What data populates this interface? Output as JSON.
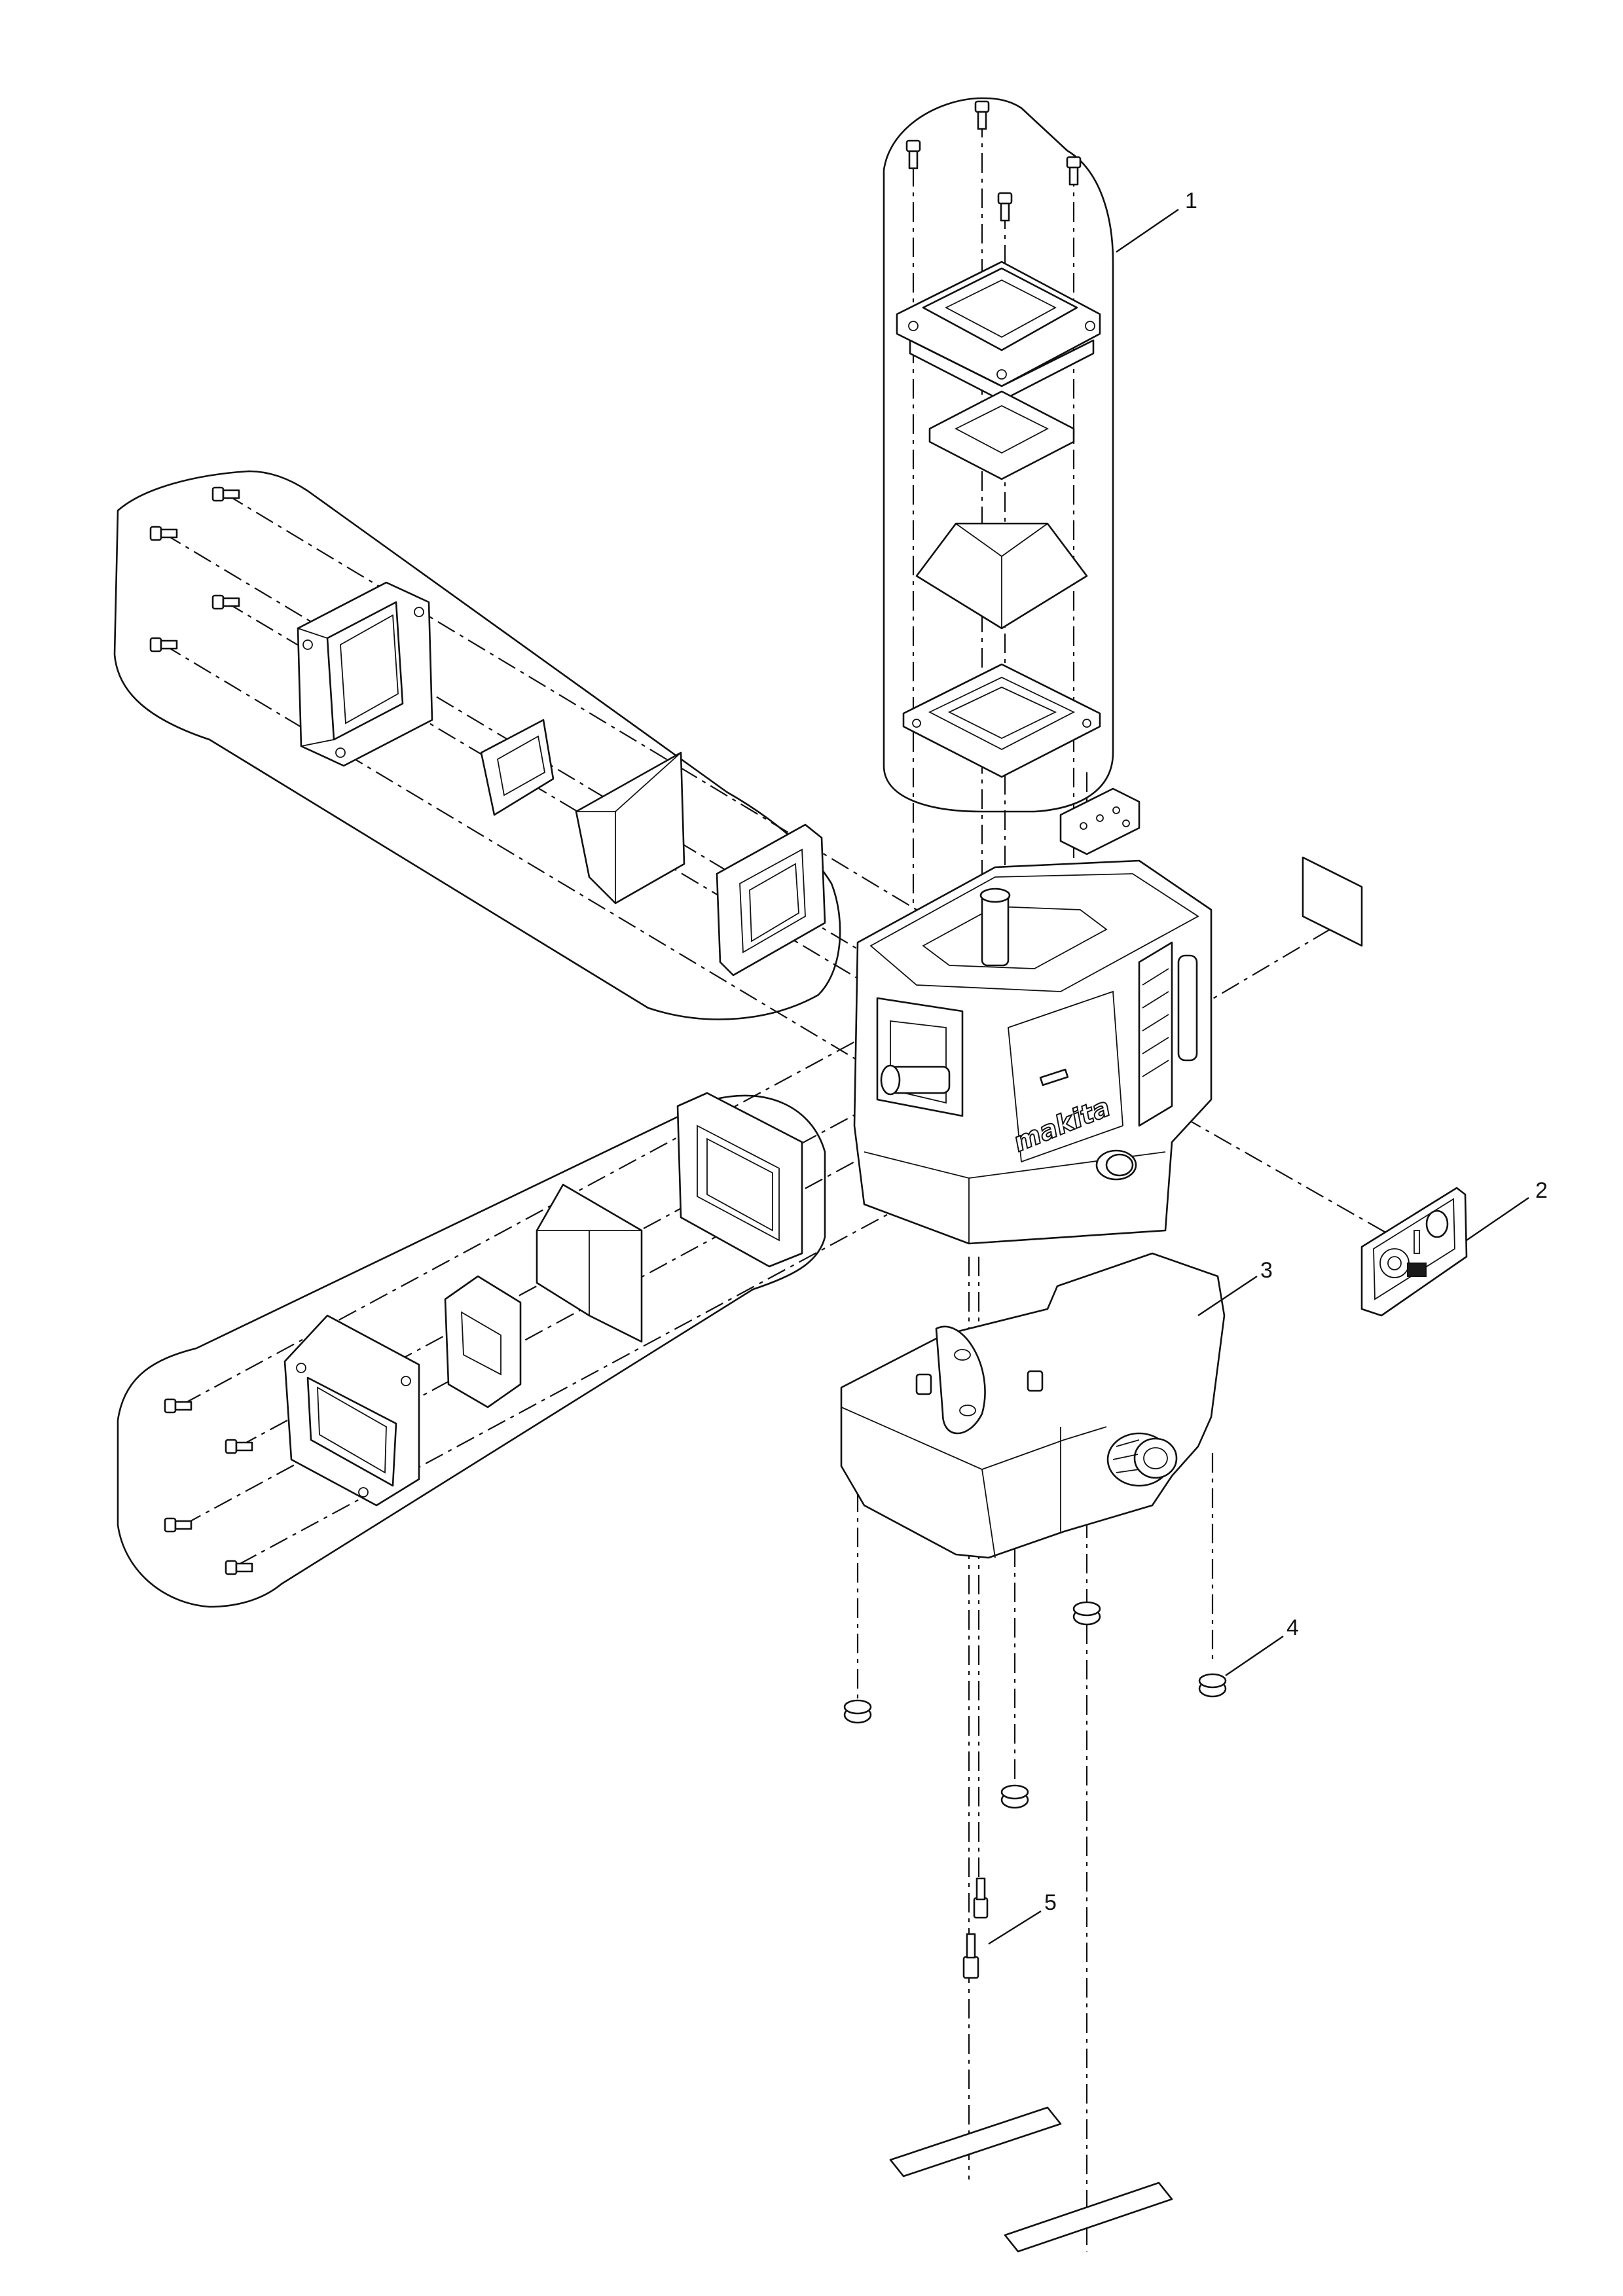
{
  "diagram": {
    "brand_logo": "makita",
    "callouts": [
      {
        "number": "1"
      },
      {
        "number": "2"
      },
      {
        "number": "3"
      },
      {
        "number": "4"
      },
      {
        "number": "5"
      }
    ]
  },
  "style": {
    "line_color": "#111111",
    "background": "#ffffff"
  }
}
